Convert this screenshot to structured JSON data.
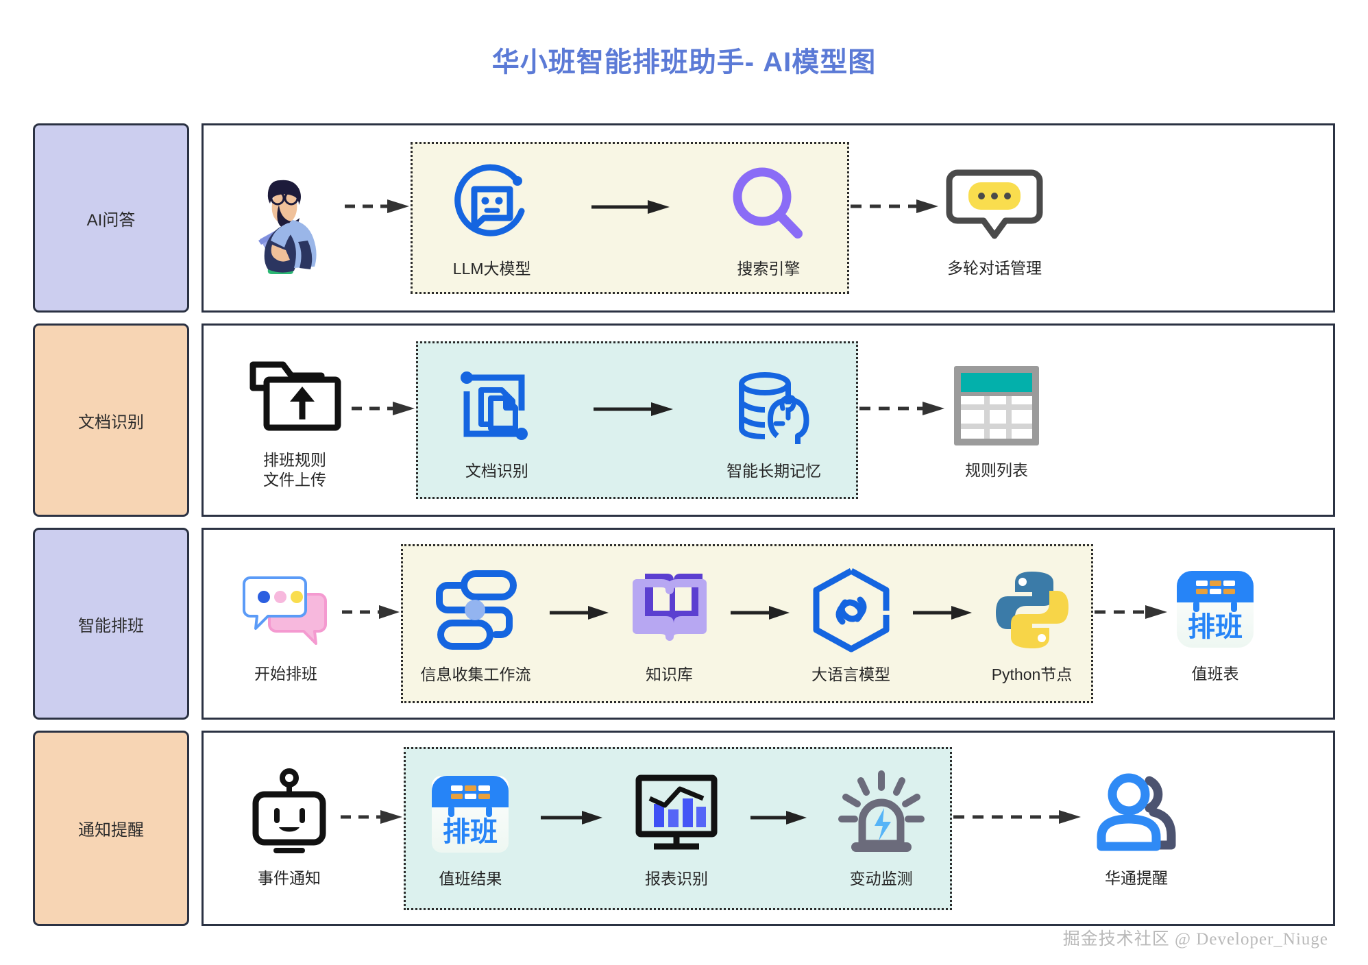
{
  "title": "华小班智能排班助手- AI模型图",
  "watermark": "掘金技术社区 @ Developer_Niuge",
  "colors": {
    "title": "#5b7ad6",
    "category_lavender": "#ccceef",
    "category_peach": "#f7d5b4",
    "group_cream": "#f8f6e4",
    "group_mint": "#dcf1ee",
    "border_dark": "#2b3243",
    "blue": "#1565e0",
    "purple": "#8a6cf6",
    "yellow": "#f9dd4e",
    "teal": "#03b0ab",
    "pink": "#f7b8dd"
  },
  "rows": [
    {
      "category": "AI问答",
      "category_color": "#ccceef",
      "group_color": "#f8f6e4",
      "pre": {
        "label": "",
        "icon": "person-with-laptop-icon"
      },
      "group": [
        {
          "label": "LLM大模型",
          "icon": "chatbot-circle-icon"
        },
        {
          "label": "搜索引擎",
          "icon": "magnifier-icon"
        }
      ],
      "post": {
        "label": "多轮对话管理",
        "icon": "speech-bubble-dots-icon"
      }
    },
    {
      "category": "文档识别",
      "category_color": "#f7d5b4",
      "group_color": "#dcf1ee",
      "pre": {
        "label": "排班规则\n文件上传",
        "icon": "folder-upload-icon"
      },
      "group": [
        {
          "label": "文档识别",
          "icon": "document-scan-icon"
        },
        {
          "label": "智能长期记忆",
          "icon": "database-memory-icon"
        }
      ],
      "post": {
        "label": "规则列表",
        "icon": "table-grid-icon"
      }
    },
    {
      "category": "智能排班",
      "category_color": "#ccceef",
      "group_color": "#f8f6e4",
      "pre": {
        "label": "开始排班",
        "icon": "chat-bubbles-icon"
      },
      "group": [
        {
          "label": "信息收集工作流",
          "icon": "workflow-icon"
        },
        {
          "label": "知识库",
          "icon": "book-icon"
        },
        {
          "label": "大语言模型",
          "icon": "hexagon-link-icon"
        },
        {
          "label": "Python节点",
          "icon": "python-logo-icon"
        }
      ],
      "post": {
        "label": "值班表",
        "icon": "shift-app-icon"
      }
    },
    {
      "category": "通知提醒",
      "category_color": "#f7d5b4",
      "group_color": "#dcf1ee",
      "pre": {
        "label": "事件通知",
        "icon": "robot-head-icon"
      },
      "group": [
        {
          "label": "值班结果",
          "icon": "shift-app-icon"
        },
        {
          "label": "报表识别",
          "icon": "monitor-chart-icon"
        },
        {
          "label": "变动监测",
          "icon": "alarm-light-icon"
        }
      ],
      "post": {
        "label": "华通提醒",
        "icon": "two-users-icon"
      }
    }
  ],
  "app_icon_text": "排班"
}
